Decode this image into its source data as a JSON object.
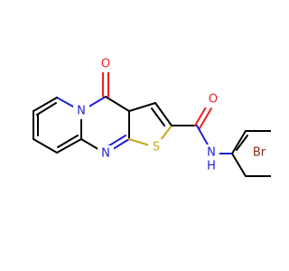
{
  "molecule": {
    "atoms": {
      "oxygen_carbonyl_ring": "O",
      "oxygen_amide": "O",
      "nitrogen_ring_bridge": "N",
      "nitrogen_ring": "N",
      "sulfur": "S",
      "nitrogen_amide": "N",
      "amide_hydrogen": "H",
      "bromine": "Br"
    },
    "colors": {
      "carbon": "#000000",
      "nitrogen": "#1f1fd6",
      "oxygen": "#e8211e",
      "sulfur": "#c8a814",
      "bromine": "#8a2a18"
    }
  }
}
